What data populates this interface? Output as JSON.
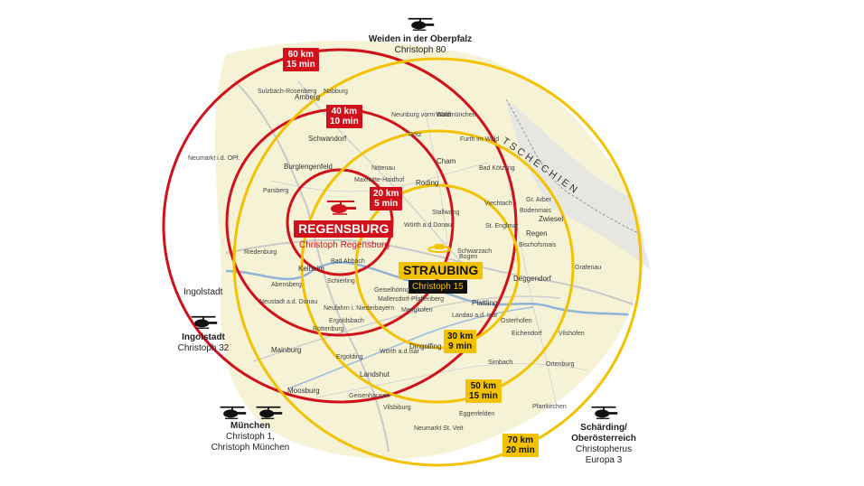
{
  "country_label": "TSCHECHIEN",
  "base_regensburg": {
    "name": "REGENSBURG",
    "sub": "Christoph Regensburg"
  },
  "base_straubing": {
    "name": "STRAUBING",
    "sub": "Christoph 15"
  },
  "rings_regensburg": [
    {
      "km": "20 km",
      "min": "5 min"
    },
    {
      "km": "40 km",
      "min": "10 min"
    },
    {
      "km": "60 km",
      "min": "15 min"
    }
  ],
  "rings_straubing": [
    {
      "km": "30 km",
      "min": "9 min"
    },
    {
      "km": "50 km",
      "min": "15 min"
    },
    {
      "km": "70 km",
      "min": "20 min"
    }
  ],
  "external_bases": [
    {
      "name": "Weiden in der Oberpfalz",
      "sub": "Christoph 80"
    },
    {
      "name": "Ingolstadt",
      "sub": "Christoph 32"
    },
    {
      "name": "München",
      "sub": "Christoph 1,",
      "sub2": "Christoph München"
    },
    {
      "name": "Schärding/",
      "name2": "Oberösterreich",
      "sub": "Christopherus",
      "sub2": "Europa 3"
    }
  ],
  "cities": [
    "Amberg",
    "Sulzbach-Rosenberg",
    "Schwandorf",
    "Neumarkt i.d. OPf.",
    "Burglengenfeld",
    "Parsberg",
    "Nittenau",
    "Cham",
    "Roding",
    "Furth im Wald",
    "Bad Kötzting",
    "Viechtach",
    "Gr. Arber",
    "Zwiesel",
    "Regen",
    "Deggendorf",
    "Plattling",
    "Bogen",
    "Schwarzach",
    "Wörth a.d.Donau",
    "Kelheim",
    "Abensberg",
    "Riedenburg",
    "Neustadt a.d. Donau",
    "Mainburg",
    "Landshut",
    "Moosburg",
    "Ergolding",
    "Dingolfing",
    "Landau a.d. Isar",
    "Osterhofen",
    "Vilshofen",
    "Vilsbiburg",
    "Eggenfelden",
    "Pfarrkirchen",
    "Neumarkt St. Veit",
    "Geiselhöring",
    "Mallersdorf-Pfaffenberg",
    "Ergoldsbach",
    "Rottenburg",
    "Bad Abbach",
    "Schierling",
    "Neunburg vorm Wald",
    "Waldmünchen",
    "Rötz",
    "Bodenmais",
    "Bischofsmais",
    "Grafenau",
    "Ortenburg",
    "Simbach",
    "Eichendorf",
    "Nabburg",
    "Maxhütte-Haidhof",
    "Stallwang",
    "St. Englmar",
    "Geisenhausen",
    "Wörth a.d.Isar",
    "Neufahrn i. Niederbayern",
    "Ingolstadt",
    "Mengkofen"
  ]
}
